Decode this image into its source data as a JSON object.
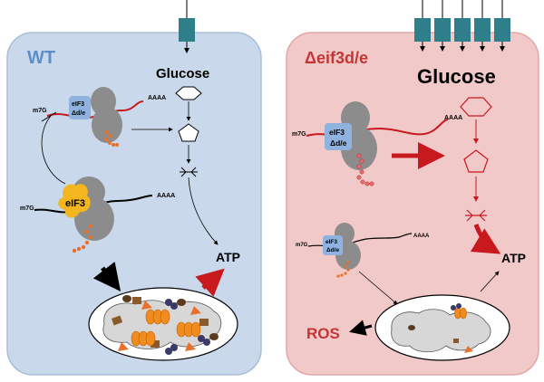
{
  "panels": {
    "wt": {
      "title": "WT",
      "glucose": "Glucose",
      "atp": "ATP",
      "m7g_top": "m7G",
      "m7g_bottom": "m7G",
      "aaaa_top": "AAAA",
      "aaaa_bottom": "AAAA",
      "eif3_small_line1": "eIF3",
      "eif3_small_line2": "Δd/e",
      "eif3_big": "eIF3"
    },
    "mutant": {
      "title": "Δeif3d/e",
      "glucose": "Glucose",
      "atp": "ATP",
      "ros": "ROS",
      "m7g_top": "m7G",
      "m7g_bottom": "m7G",
      "aaaa_top": "AAAA",
      "aaaa_bottom": "AAAA",
      "eif3_top_line1": "eIF3",
      "eif3_top_line2": "Δd/e",
      "eif3_bottom_line1": "eIF3",
      "eif3_bottom_line2": "Δd/e"
    }
  },
  "colors": {
    "wt_cell": "#c9d8ea",
    "wt_title": "#5b8fc9",
    "mut_cell": "#f2c9c9",
    "mut_title": "#c43535",
    "transporter": "#2f7f8a",
    "eif3_wt": "#f3b61f",
    "eif3_mut": "#8fb3de",
    "ribosome": "#8c8c8c",
    "mrna_red": "#c8191f",
    "arrow_red": "#c8191f",
    "peptide": "#e8722c"
  }
}
